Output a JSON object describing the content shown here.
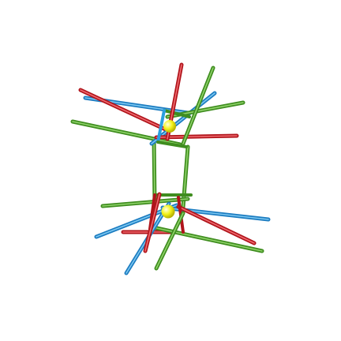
{
  "scene": {
    "background": "#ffffff",
    "palette": {
      "red": "#e01f27",
      "blue": "#2a9fe0",
      "green": "#5aa92b",
      "ball": "#f2f21a"
    },
    "upper_cluster": {
      "sticks": [
        {
          "name": "upper-blue-stick-long",
          "color": "blue"
        },
        {
          "name": "upper-red-stick-long",
          "color": "red"
        },
        {
          "name": "upper-green-stick-long",
          "color": "green"
        },
        {
          "name": "upper-red-stick-tall",
          "color": "red"
        },
        {
          "name": "upper-green-stick-tall",
          "color": "green"
        },
        {
          "name": "upper-blue-stick-diag",
          "color": "blue"
        },
        {
          "name": "upper-red-stick-short",
          "color": "red"
        },
        {
          "name": "upper-green-stick-right",
          "color": "green"
        }
      ],
      "balls": 1
    },
    "lower_cluster": {
      "sticks": [
        {
          "name": "lower-green-stick-left",
          "color": "green"
        },
        {
          "name": "lower-blue-stick-long",
          "color": "blue"
        },
        {
          "name": "lower-blue-stick-diag",
          "color": "blue"
        },
        {
          "name": "lower-red-stick-right",
          "color": "red"
        },
        {
          "name": "lower-red-stick-tall",
          "color": "red"
        },
        {
          "name": "lower-green-stick-diag",
          "color": "green"
        },
        {
          "name": "lower-green-stick-right",
          "color": "green"
        },
        {
          "name": "lower-red-stick-short",
          "color": "red"
        }
      ],
      "balls": 1
    },
    "connectors": {
      "color": "green",
      "count": 2
    }
  }
}
